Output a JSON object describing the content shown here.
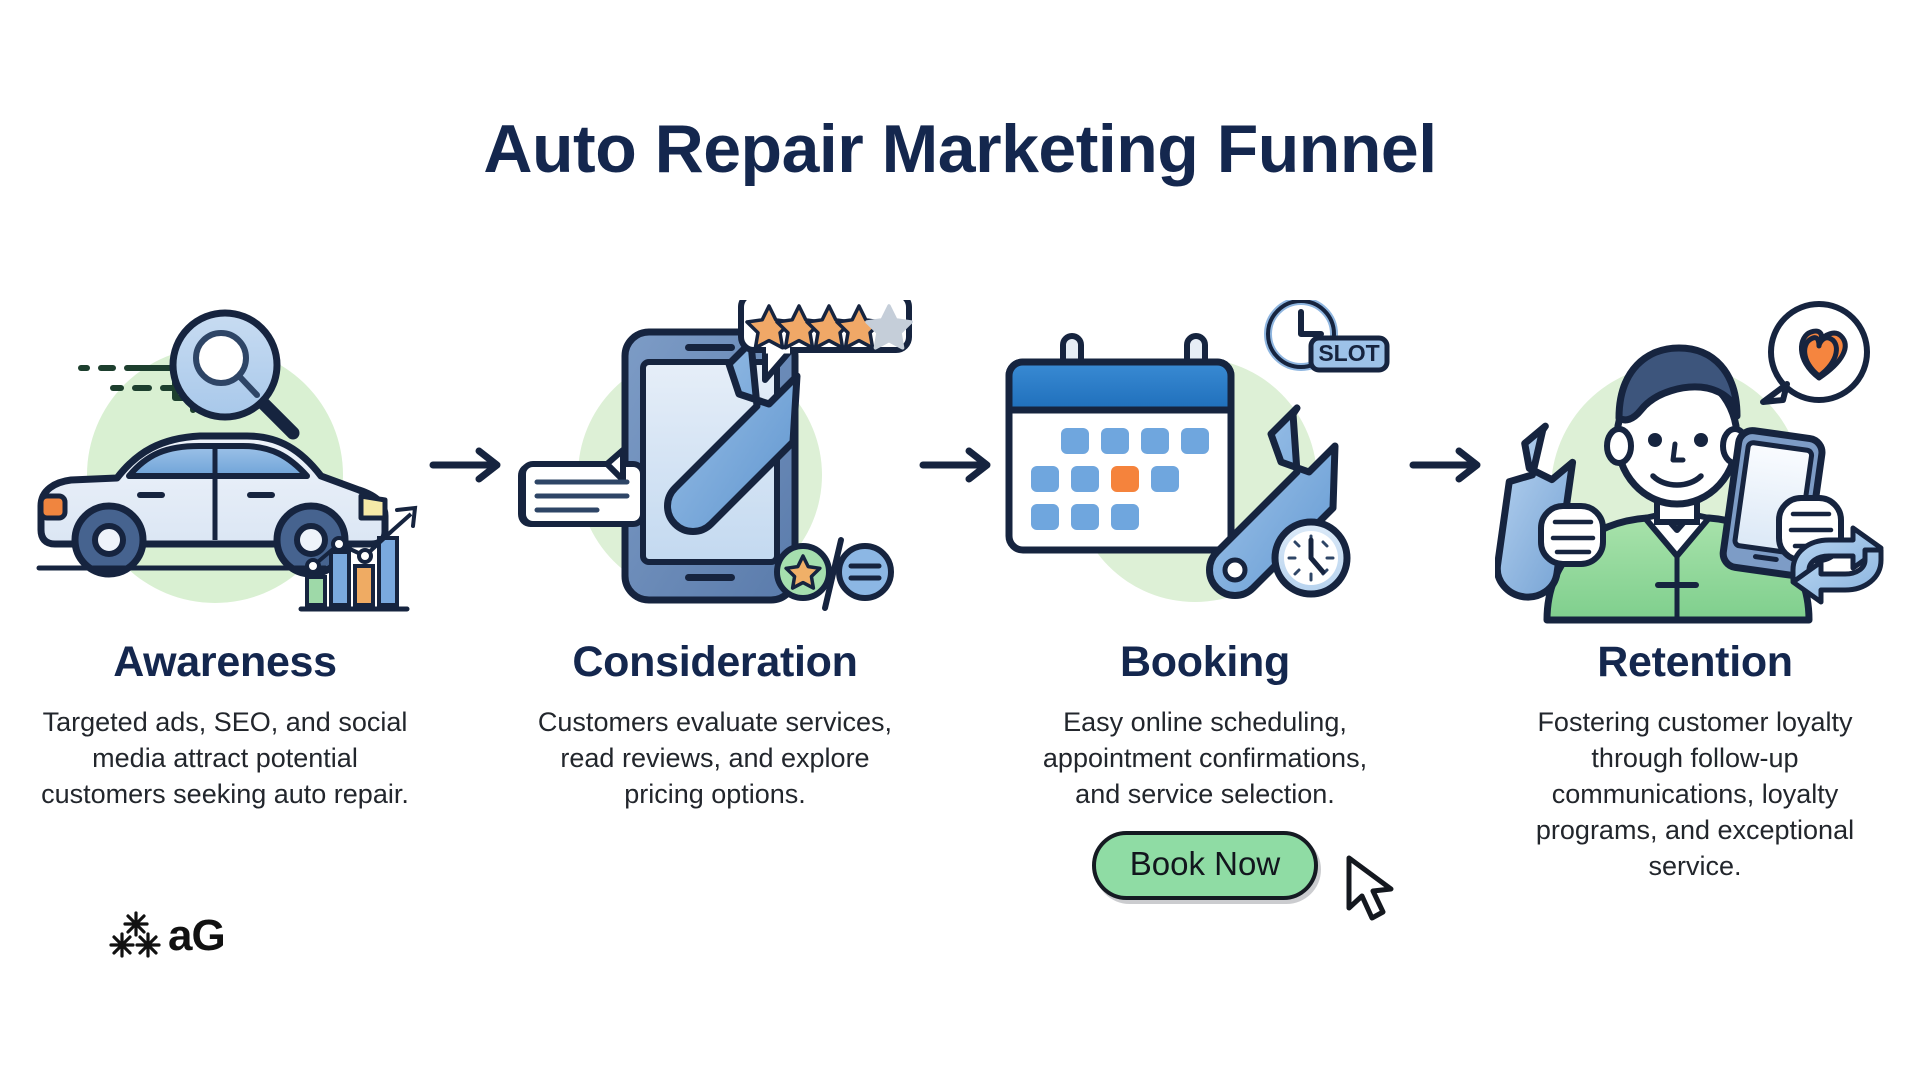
{
  "header": {
    "title": "Auto Repair Marketing Funnel"
  },
  "colors": {
    "title_navy": "#14274e",
    "body_text": "#22262c",
    "accent_green": "#8fdca4",
    "accent_orange": "#f0853f",
    "accent_blue": "#6ba3dd",
    "halo_green": "#d9f0d2",
    "outline_navy": "#16243f",
    "calendar_header_blue": "#2b7fcb"
  },
  "stages": [
    {
      "id": "awareness",
      "title": "Awareness",
      "description": "Targeted ads, SEO, and social media attract potential customers seeking auto repair.",
      "icons": [
        "car-icon",
        "magnifying-glass-icon",
        "green-arrow-icon",
        "bar-chart-growth-icon"
      ]
    },
    {
      "id": "consideration",
      "title": "Consideration",
      "description": "Customers evaluate services, read reviews, and explore pricing options.",
      "icons": [
        "smartphone-icon",
        "wrench-icon",
        "star-rating-bubble-icon",
        "chat-bubble-icon",
        "compare-options-icon"
      ],
      "rating": {
        "filled_stars": 4,
        "total_stars": 5
      }
    },
    {
      "id": "booking",
      "title": "Booking",
      "description": "Easy online scheduling, appointment confirmations, and service selection.",
      "icons": [
        "calendar-icon",
        "wrench-icon",
        "slot-clock-icon",
        "clock-icon"
      ],
      "slot_badge_label": "SLOT",
      "cta": {
        "label": "Book Now",
        "icon": "cursor-arrow-icon"
      }
    },
    {
      "id": "retention",
      "title": "Retention",
      "description": "Fostering customer loyalty through follow-up communications, loyalty programs, and exceptional service.",
      "icons": [
        "mechanic-person-icon",
        "heart-bubble-icon",
        "wrench-icon",
        "smartphone-icon",
        "refresh-loop-icon"
      ]
    }
  ],
  "connectors": {
    "icon": "arrow-right-icon",
    "count": 3
  },
  "watermark": {
    "label": "aG",
    "icon": "asterisk-sparkle-icon"
  }
}
